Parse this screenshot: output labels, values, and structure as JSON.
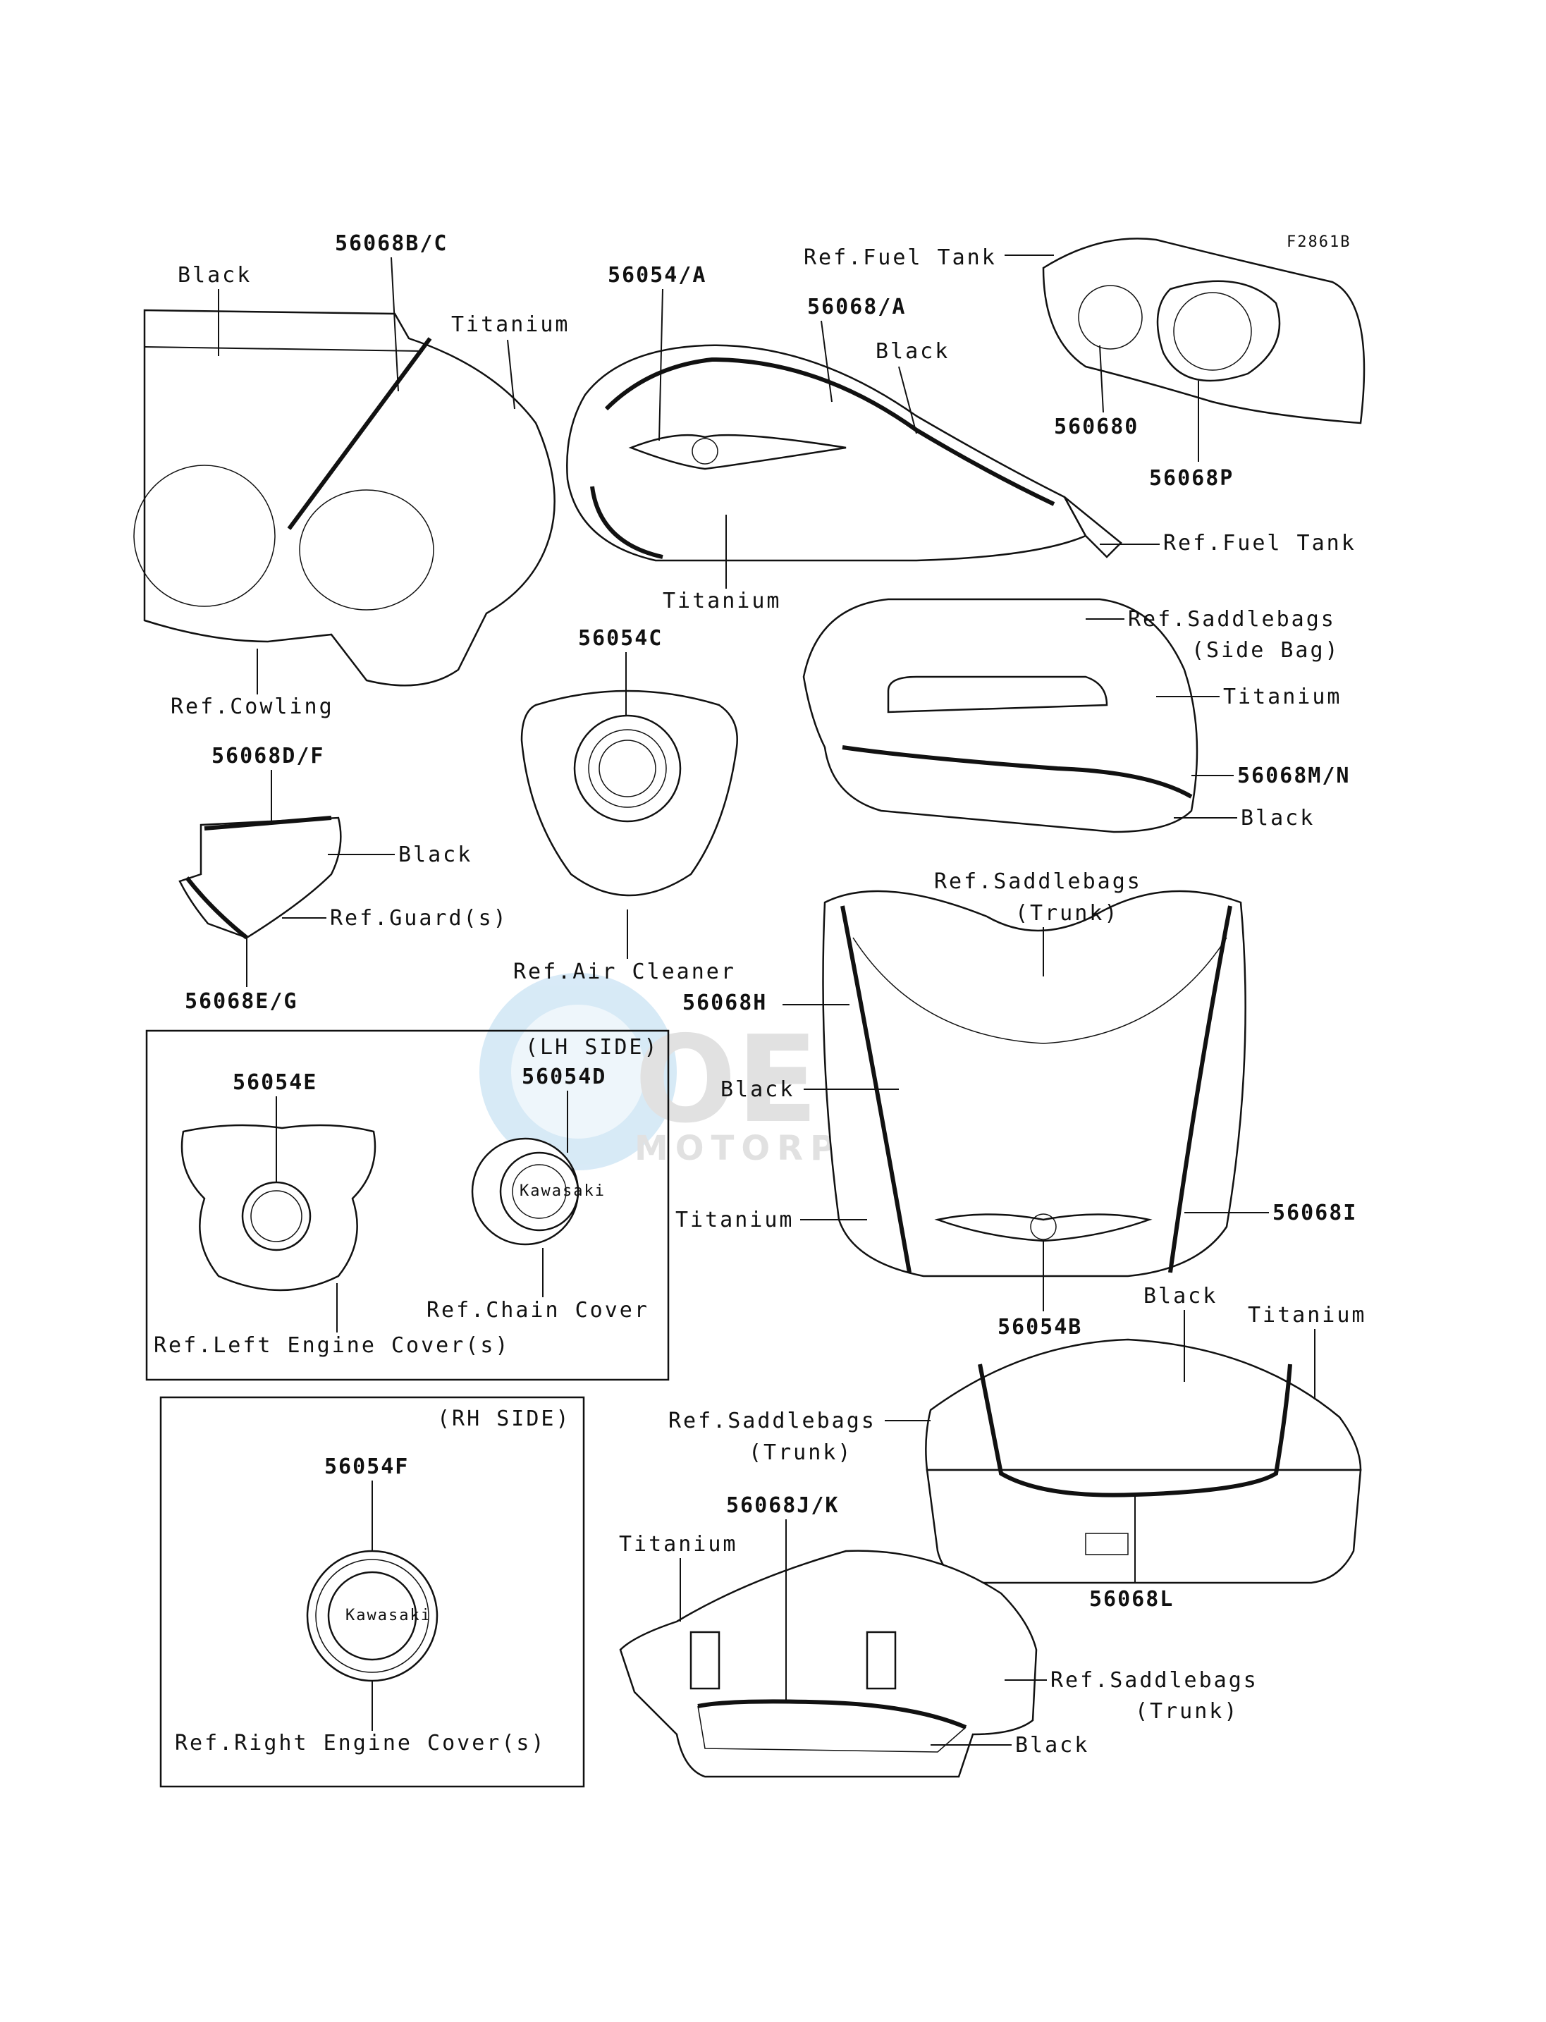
{
  "figure_code": "F2861B",
  "watermark": {
    "brand": "OEM",
    "sub": "MOTORPARTS"
  },
  "labels": {
    "cowl_black": "Black",
    "cowl_part": "56068B/C",
    "cowl_titanium": "Titanium",
    "ref_cowling": "Ref.Cowling",
    "tank_part_a": "56054/A",
    "tank_part_b": "56068/A",
    "tank_black": "Black",
    "tank_titanium": "Titanium",
    "ref_fuel_tank_top": "Ref.Fuel Tank",
    "ref_fuel_tank_side": "Ref.Fuel Tank",
    "fuel_part_o": "560680",
    "fuel_part_p": "56068P",
    "air_part": "56054C",
    "ref_air_cleaner": "Ref.Air Cleaner",
    "saddle_ref_1": "Ref.Saddlebags",
    "saddle_ref_2": "(Side Bag)",
    "saddle_titanium": "Titanium",
    "saddle_part": "56068M/N",
    "saddle_black": "Black",
    "guard_part_top": "56068D/F",
    "guard_black": "Black",
    "ref_guard": "Ref.Guard(s)",
    "guard_part_bottom": "56068E/G",
    "trunk_ref_1": "Ref.Saddlebags",
    "trunk_ref_2": "(Trunk)",
    "trunk_part_h": "56068H",
    "trunk_black": "Black",
    "trunk_titanium": "Titanium",
    "trunk_part_i": "56068I",
    "trunk_part_b": "56054B",
    "lh_side": "(LH SIDE)",
    "lh_part_e": "56054E",
    "lh_part_d": "56054D",
    "ref_chain_cover": "Ref.Chain Cover",
    "ref_left_engine": "Ref.Left Engine Cover(s)",
    "rh_side": "(RH SIDE)",
    "rh_part_f": "56054F",
    "ref_right_engine": "Ref.Right Engine Cover(s)",
    "lid_black": "Black",
    "lid_titanium": "Titanium",
    "lid_ref_1": "Ref.Saddlebags",
    "lid_ref_2": "(Trunk)",
    "lid_part": "56068L",
    "box_part": "56068J/K",
    "box_titanium": "Titanium",
    "box_ref_1": "Ref.Saddlebags",
    "box_ref_2": "(Trunk)",
    "box_black": "Black",
    "emblem_text": "Kawasaki"
  }
}
